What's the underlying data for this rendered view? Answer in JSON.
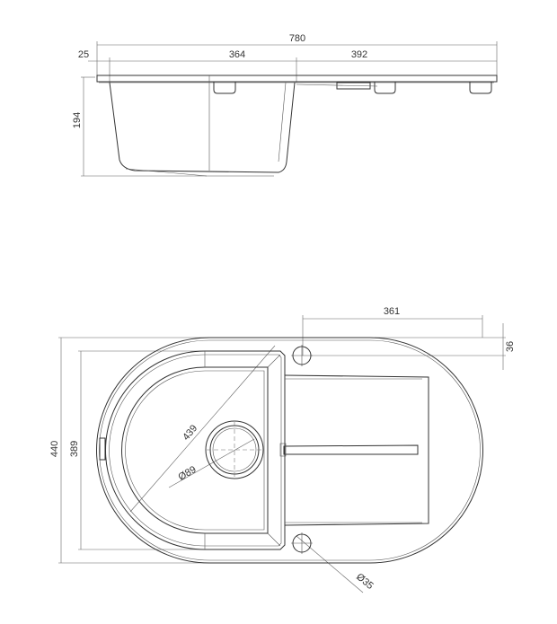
{
  "drawing": {
    "side_view": {
      "dim_total_width": "780",
      "dim_rim_offset": "25",
      "dim_bowl_width": "364",
      "dim_drainer_width": "392",
      "dim_depth": "194"
    },
    "top_view": {
      "dim_tap_hole_span": "361",
      "dim_tap_hole_offset": "36",
      "dim_overall_depth": "440",
      "dim_bowl_depth": "389",
      "dim_bowl_diagonal": "439",
      "dim_drain_diameter": "Ø89",
      "dim_tap_hole_diameter": "Ø35"
    }
  }
}
